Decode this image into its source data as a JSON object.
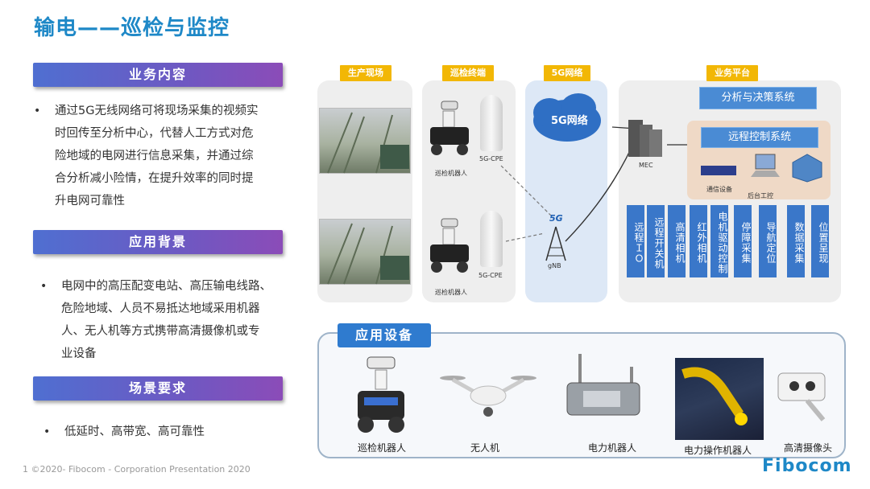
{
  "title": "输电——巡检与监控",
  "sections": {
    "business": {
      "heading": "业务内容",
      "lines": [
        "通过5G无线网络可将现场采集的视频实",
        "时回传至分析中心，代替人工方式对危",
        "险地域的电网进行信息采集，并通过综",
        "合分析减小险情，在提升效率的同时提",
        "升电网可靠性"
      ]
    },
    "background": {
      "heading": "应用背景",
      "lines": [
        "电网中的高压配变电站、高压输电线路、",
        "危险地域、人员不易抵达地域采用机器",
        "人、无人机等方式携带高清摄像机或专",
        "业设备"
      ]
    },
    "requirements": {
      "heading": "场景要求",
      "lines": [
        "低延时、高带宽、高可靠性"
      ]
    }
  },
  "diagram": {
    "col_labels": [
      "生产现场",
      "巡检终端",
      "5G网络",
      "业务平台"
    ],
    "robot_label": "巡检机器人",
    "cpe_label": "5G-CPE",
    "cloud_label": "5G网络",
    "gnb_5g": "5G",
    "gnb_label": "gNB",
    "mec_label": "MEC",
    "analysis_system": "分析与决策系统",
    "remote_control": "远程控制系统",
    "comm_device": "通信设备",
    "backend": "后台工控",
    "functions": [
      "远程ＩＯ",
      "远程开关机",
      "高清相机",
      "红外相机",
      "电机驱动控制",
      "停障采集",
      "导航定位",
      "数据采集",
      "位置呈现"
    ]
  },
  "equipment": {
    "heading": "应用设备",
    "items": [
      "巡检机器人",
      "无人机",
      "电力机器人",
      "电力操作机器人",
      "高清摄像头"
    ]
  },
  "footer": {
    "page": "1",
    "text": "©2020- Fibocom - Corporation Presentation 2020",
    "logo": "Fibocom"
  }
}
